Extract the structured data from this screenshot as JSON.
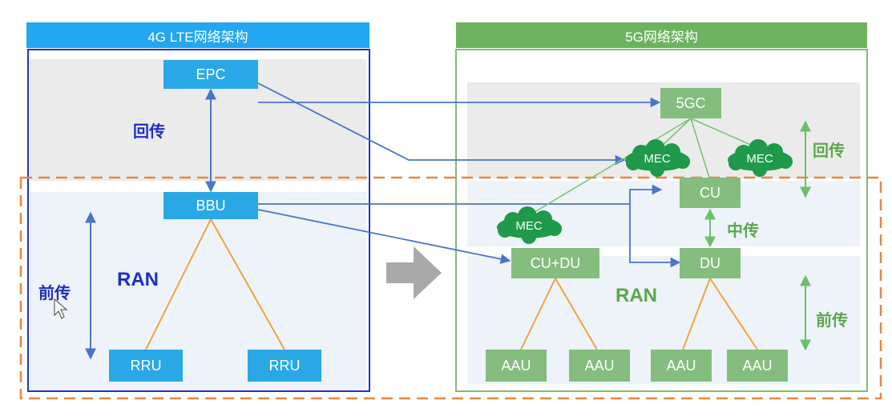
{
  "lte": {
    "title": "4G LTE网络架构",
    "epc": "EPC",
    "bbu": "BBU",
    "rru_left": "RRU",
    "rru_right": "RRU",
    "backhaul": "回传",
    "fronthaul": "前传",
    "ran": "RAN"
  },
  "nr": {
    "title": "5G网络架构",
    "core": "5GC",
    "mec_top_left": "MEC",
    "mec_top_right": "MEC",
    "mec_left": "MEC",
    "cu": "CU",
    "du": "DU",
    "cu_du": "CU+DU",
    "aau_1": "AAU",
    "aau_2": "AAU",
    "aau_3": "AAU",
    "aau_4": "AAU",
    "backhaul": "回传",
    "midhaul": "中传",
    "fronthaul": "前传",
    "ran": "RAN"
  },
  "colors": {
    "lte_header": "#22a7f0",
    "lte_border": "#1d34c8",
    "lte_box": "#2aa8e6",
    "nr_header": "#6db35f",
    "nr_border": "#7ebd72",
    "nr_box": "#84bd7e",
    "mec_cloud": "#1f9a4a",
    "link_blue": "#4a74c9",
    "tree_orange": "#f0a33c",
    "ran_dashed": "#e8873a",
    "arrow_grey": "#a9a9a9"
  }
}
